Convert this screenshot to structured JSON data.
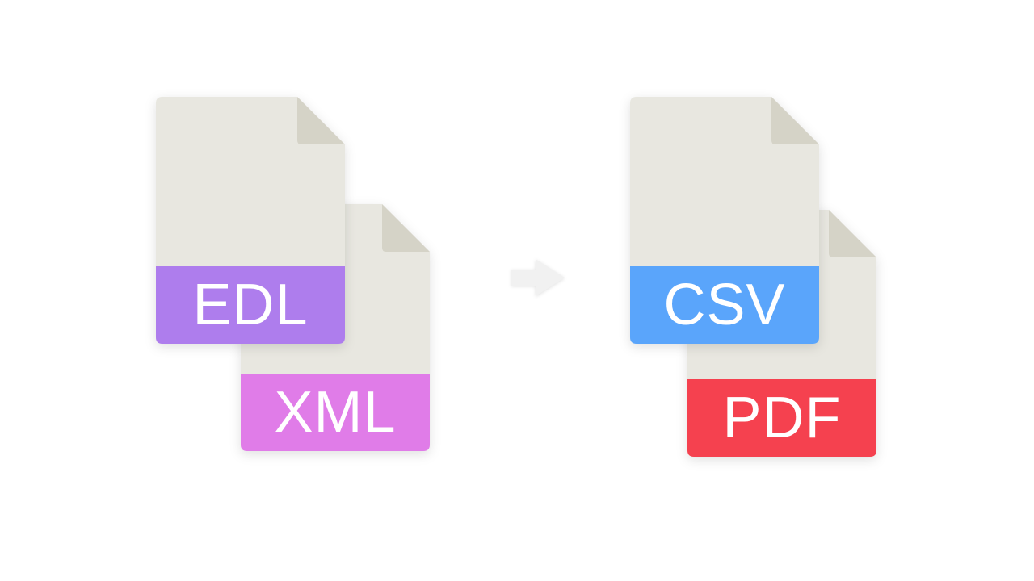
{
  "source_files": [
    {
      "id": "xml",
      "label": "XML",
      "color": "#e07ce8"
    },
    {
      "id": "edl",
      "label": "EDL",
      "color": "#ae7ded"
    }
  ],
  "target_files": [
    {
      "id": "pdf",
      "label": "PDF",
      "color": "#f5414f"
    },
    {
      "id": "csv",
      "label": "CSV",
      "color": "#5aa5fb"
    }
  ],
  "colors": {
    "page_body": "#e8e7e0",
    "fold": "#d5d3c7",
    "arrow": "#f1f1f1",
    "background": "#ffffff"
  },
  "icons": {
    "file": "document-icon",
    "arrow": "right-arrow-icon"
  }
}
